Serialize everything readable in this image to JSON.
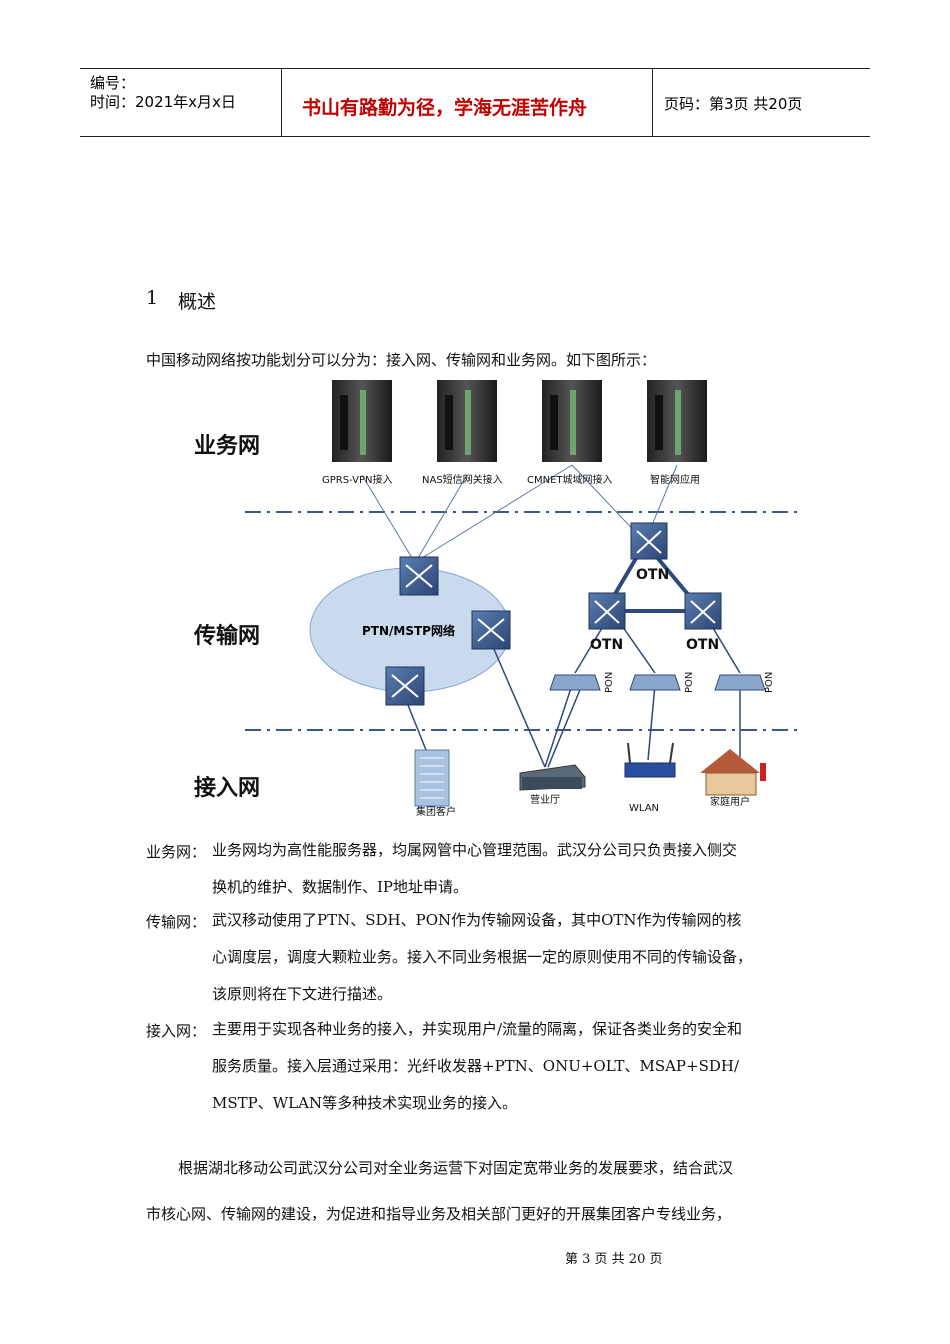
{
  "header": {
    "number_label": "编号：",
    "time_label": "时间：2021年x月x日",
    "motto": "书山有路勤为径，学海无涯苦作舟",
    "page_label": "页码：第3页  共20页"
  },
  "section": {
    "number": "1",
    "title": "概述"
  },
  "intro": "中国移动网络按功能划分可以分为：接入网、传输网和业务网。如下图所示：",
  "diagram": {
    "layers": [
      "业务网",
      "传输网",
      "接入网"
    ],
    "servers": [
      "GPRS-VPN接入",
      "NAS短信网关接入",
      "CMNET城域网接入",
      "智能网应用"
    ],
    "cloud_label": "PTN/MSTP网络",
    "otn_label": "OTN",
    "pon_label": "PON",
    "access": [
      "集团客户",
      "营业厅",
      "WLAN",
      "家庭用户"
    ],
    "colors": {
      "cloud": "#c9d9ee",
      "switch": "#3a5a8c",
      "ring": "#2e4a7a",
      "dash": "#3a5a8c"
    }
  },
  "definitions": [
    {
      "term": "业务网：",
      "lines": [
        "业务网均为高性能服务器，均属网管中心管理范围。武汉分公司只负责接入侧交",
        "换机的维护、数据制作、IP地址申请。"
      ]
    },
    {
      "term": "传输网：",
      "lines": [
        "武汉移动使用了PTN、SDH、PON作为传输网设备，其中OTN作为传输网的核",
        "心调度层，调度大颗粒业务。接入不同业务根据一定的原则使用不同的传输设备，",
        "该原则将在下文进行描述。"
      ]
    },
    {
      "term": "接入网：",
      "lines": [
        "主要用于实现各种业务的接入，并实现用户/流量的隔离，保证各类业务的安全和",
        "服务质量。接入层通过采用：光纤收发器+PTN、ONU+OLT、MSAP+SDH/",
        "MSTP、WLAN等多种技术实现业务的接入。"
      ]
    }
  ],
  "paragraph": [
    "根据湖北移动公司武汉分公司对全业务运营下对固定宽带业务的发展要求，结合武汉",
    "市核心网、传输网的建设，为促进和指导业务及相关部门更好的开展集团客户专线业务，"
  ],
  "footer": "第 3 页 共 20 页"
}
